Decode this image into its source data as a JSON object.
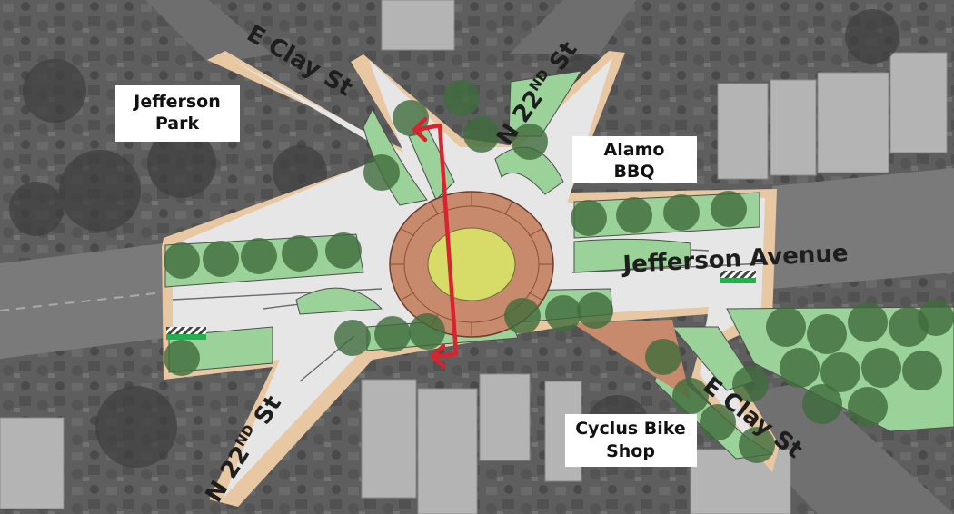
{
  "map": {
    "streets": {
      "clay_north": "E Clay St",
      "twentysecond_north": {
        "base": "N 22",
        "sup": "ND",
        "suffix": " St"
      },
      "jefferson": "Jefferson Avenue",
      "twentysecond_south": {
        "base": "N 22",
        "sup": "ND",
        "suffix": " St"
      },
      "clay_south": "E Clay St"
    },
    "places": {
      "jefferson_park": [
        "Jefferson",
        "Park"
      ],
      "alamo_bbq": [
        "Alamo",
        "BBQ"
      ],
      "cyclus": [
        "Cyclus Bike",
        "Shop"
      ]
    },
    "colors": {
      "aerial": "#5e5e5e",
      "paved": "#e6e6e6",
      "sidewalk": "#e8c8a2",
      "landscape": "#9bd29a",
      "tree": "#3f6b3b",
      "roundabout_ring": "#c78a6c",
      "central_island": "#d7dc68",
      "route_arrow": "#d9232e",
      "bike_signal": "#23b14d"
    }
  }
}
